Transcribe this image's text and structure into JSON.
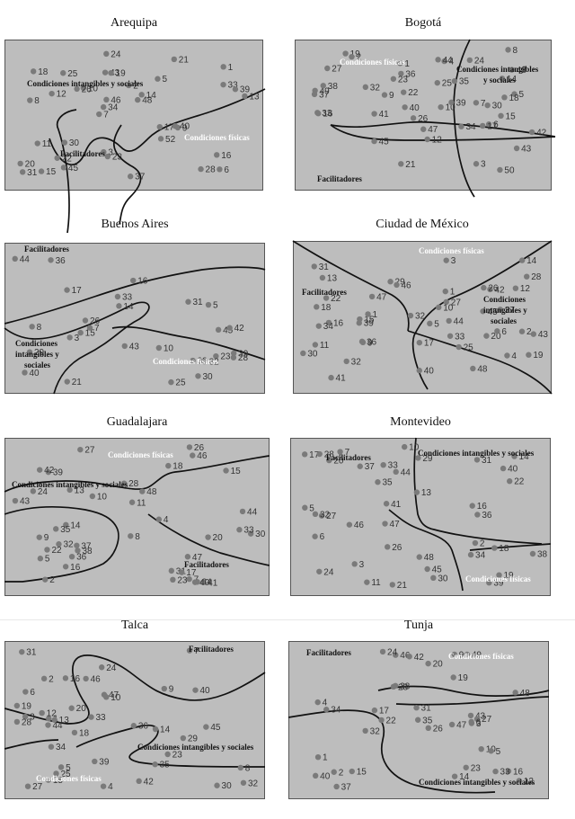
{
  "panels": [
    {
      "key": "arequipa",
      "title": "Arequipa",
      "regions": [
        {
          "text": "Condiciones intangibles y sociales",
          "light": false
        },
        {
          "text": "Condiciones físicas",
          "light": true
        },
        {
          "text": "Facilitadores",
          "light": false
        }
      ],
      "points": [
        "6",
        "8",
        "1",
        "7",
        "5",
        "15",
        "43",
        "2",
        "11",
        "10",
        "20",
        "22",
        "19",
        "14",
        "9",
        "18",
        "24",
        "13",
        "17",
        "33",
        "34",
        "3",
        "46",
        "25",
        "21",
        "30",
        "28",
        "16",
        "40",
        "37",
        "26",
        "12",
        "52",
        "45",
        "39",
        "48",
        "31",
        "23"
      ]
    },
    {
      "key": "bogota",
      "title": "Bogotá",
      "regions": [
        {
          "text": "Condiciones físicas",
          "light": true
        },
        {
          "text": "Condiciones intangibles",
          "light": false
        },
        {
          "text": "y sociales",
          "light": false
        },
        {
          "text": "Facilitadores",
          "light": false
        }
      ],
      "points": [
        "5",
        "1",
        "26",
        "6",
        "7",
        "16",
        "9",
        "19",
        "14",
        "8",
        "49",
        "2",
        "3",
        "34",
        "22",
        "32",
        "36",
        "18",
        "17",
        "10",
        "15",
        "4",
        "12",
        "24",
        "27",
        "25",
        "30",
        "44",
        "33",
        "21",
        "23",
        "45",
        "43",
        "50",
        "35",
        "39",
        "41",
        "40",
        "48",
        "38",
        "42",
        "37",
        "47"
      ]
    },
    {
      "key": "buenos-aires",
      "title": "Buenos Aires",
      "regions": [
        {
          "text": "Facilitadores",
          "light": false
        },
        {
          "text": "Condiciones",
          "light": false
        },
        {
          "text": "intangibles y",
          "light": false
        },
        {
          "text": "sociales",
          "light": false
        },
        {
          "text": "Condiciones físicas",
          "light": true
        }
      ],
      "points": [
        "39",
        "38",
        "40",
        "3",
        "45",
        "44",
        "26",
        "23",
        "10",
        "43",
        "29",
        "17",
        "8",
        "32",
        "36",
        "14",
        "33",
        "31",
        "42",
        "15",
        "7",
        "5",
        "25",
        "21",
        "16",
        "28",
        "30"
      ]
    },
    {
      "key": "ciudad-de-mexico",
      "title": "Ciudad de México",
      "regions": [
        {
          "text": "Condiciones físicas",
          "light": true
        },
        {
          "text": "Facilitadores",
          "light": false
        },
        {
          "text": "Condiciones",
          "light": false
        },
        {
          "text": "intangibles y",
          "light": false
        },
        {
          "text": "sociales",
          "light": false
        }
      ],
      "points": [
        "28",
        "16",
        "1",
        "25",
        "30",
        "2",
        "9",
        "5",
        "29",
        "18",
        "13",
        "15",
        "46",
        "14",
        "4",
        "44",
        "32",
        "27",
        "34",
        "19",
        "20",
        "11",
        "42",
        "48",
        "12",
        "47",
        "45",
        "43",
        "26",
        "36",
        "3",
        "10",
        "40",
        "41",
        "31",
        "37",
        "6",
        "17",
        "33",
        "22",
        "1",
        "32",
        "39"
      ]
    },
    {
      "key": "guadalajara",
      "title": "Guadalajara",
      "regions": [
        {
          "text": "Condiciones físicas",
          "light": true
        },
        {
          "text": "Condiciones intangibles y sociales",
          "light": false
        },
        {
          "text": "Facilitadores",
          "light": false
        }
      ],
      "points": [
        "30",
        "28",
        "32",
        "5",
        "2",
        "15",
        "16",
        "13",
        "22",
        "18",
        "9",
        "38",
        "7",
        "24",
        "4",
        "20",
        "8",
        "11",
        "14",
        "23",
        "37",
        "27",
        "33",
        "36",
        "10",
        "31",
        "34",
        "17",
        "39",
        "35",
        "26",
        "47",
        "41",
        "40",
        "46",
        "44",
        "42",
        "48",
        "43"
      ]
    },
    {
      "key": "montevideo",
      "title": "Montevideo",
      "regions": [
        {
          "text": "Facilitadores",
          "light": false
        },
        {
          "text": "Condiciones intangibles y sociales",
          "light": false
        },
        {
          "text": "Condiciones físicas",
          "light": true
        }
      ],
      "points": [
        "17",
        "39",
        "31",
        "45",
        "37",
        "18",
        "7",
        "14",
        "22",
        "3",
        "20",
        "11",
        "6",
        "46",
        "35",
        "38",
        "48",
        "41",
        "47",
        "33",
        "34",
        "13",
        "24",
        "2",
        "16",
        "5",
        "36",
        "44",
        "29",
        "27",
        "19",
        "40",
        "28",
        "21",
        "10",
        "32",
        "26",
        "30"
      ]
    },
    {
      "key": "talca",
      "title": "Talca",
      "regions": [
        {
          "text": "Facilitadores",
          "light": false
        },
        {
          "text": "Condiciones intangibles y sociales",
          "light": false
        },
        {
          "text": "Condiciones físicas",
          "light": true
        }
      ],
      "points": [
        "3",
        "34",
        "33",
        "32",
        "47",
        "40",
        "2",
        "35",
        "23",
        "45",
        "44",
        "46",
        "10",
        "39",
        "27",
        "25",
        "42",
        "20",
        "36",
        "6",
        "5",
        "29",
        "16",
        "18",
        "1",
        "4",
        "7",
        "12",
        "30",
        "19",
        "8",
        "28",
        "24",
        "31",
        "15",
        "13",
        "9",
        "14"
      ]
    },
    {
      "key": "tunja",
      "title": "Tunja",
      "regions": [
        {
          "text": "Facilitadores",
          "light": false
        },
        {
          "text": "Condiciones físicas",
          "light": true
        },
        {
          "text": "Condiciones intangibles y sociales",
          "light": false
        }
      ],
      "points": [
        "40",
        "31",
        "16",
        "46",
        "35",
        "23",
        "4",
        "32",
        "38",
        "28",
        "37",
        "17",
        "49",
        "42",
        "10",
        "24",
        "20",
        "34",
        "47",
        "43",
        "14",
        "12",
        "22",
        "27",
        "26",
        "3",
        "6",
        "5",
        "15",
        "48",
        "1",
        "2",
        "19",
        "9",
        "33"
      ]
    }
  ]
}
